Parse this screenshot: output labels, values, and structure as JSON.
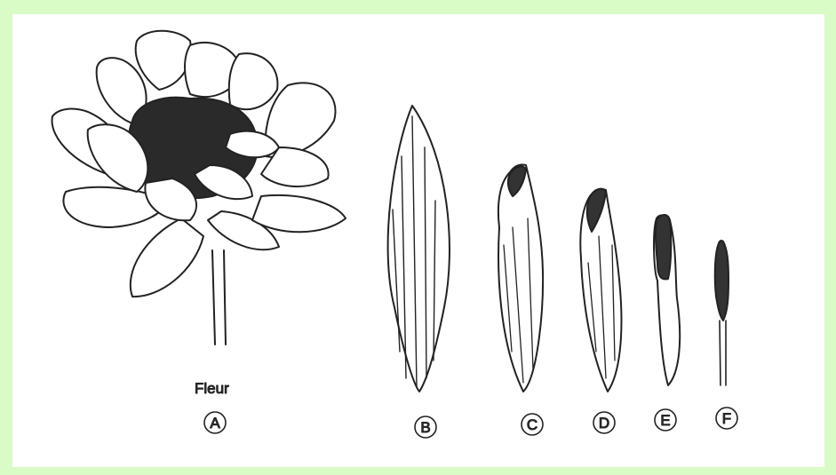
{
  "background_color": "#d9fbc6",
  "panel_color": "#ffffff",
  "ink_color": "#222222",
  "caption": "Fleur",
  "labels": [
    "A",
    "B",
    "C",
    "D",
    "E",
    "F"
  ]
}
